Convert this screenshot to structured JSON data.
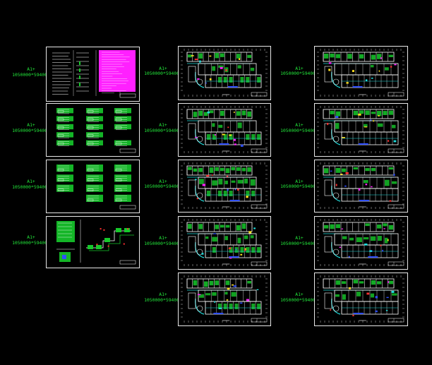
{
  "sheet_size_label": "A1+",
  "sheet_dim_label": "1050000*594000",
  "colors": {
    "background": "#000000",
    "label": "#22e63a",
    "frame": "#e8e8e8",
    "wall": "#ffffff",
    "room_fill": "#16c92b",
    "highlight": "#ff20ff",
    "cyan": "#20e0e0",
    "blue": "#3050ff",
    "yellow": "#ffe020",
    "red": "#ff3030"
  },
  "columns": [
    {
      "id": "left",
      "sheets": [
        {
          "id": "L1",
          "kind": "cover-index"
        },
        {
          "id": "L2",
          "kind": "detail-sheet"
        },
        {
          "id": "L3",
          "kind": "detail-sheet"
        },
        {
          "id": "L4",
          "kind": "system-diagram"
        }
      ]
    },
    {
      "id": "middle",
      "sheets": [
        {
          "id": "M1",
          "kind": "floor-plan"
        },
        {
          "id": "M2",
          "kind": "floor-plan"
        },
        {
          "id": "M3",
          "kind": "floor-plan"
        },
        {
          "id": "M4",
          "kind": "floor-plan"
        },
        {
          "id": "M5",
          "kind": "floor-plan"
        }
      ]
    },
    {
      "id": "right",
      "sheets": [
        {
          "id": "R1",
          "kind": "floor-plan"
        },
        {
          "id": "R2",
          "kind": "floor-plan"
        },
        {
          "id": "R3",
          "kind": "floor-plan"
        },
        {
          "id": "R4",
          "kind": "floor-plan"
        },
        {
          "id": "R5",
          "kind": "floor-plan"
        }
      ]
    }
  ]
}
